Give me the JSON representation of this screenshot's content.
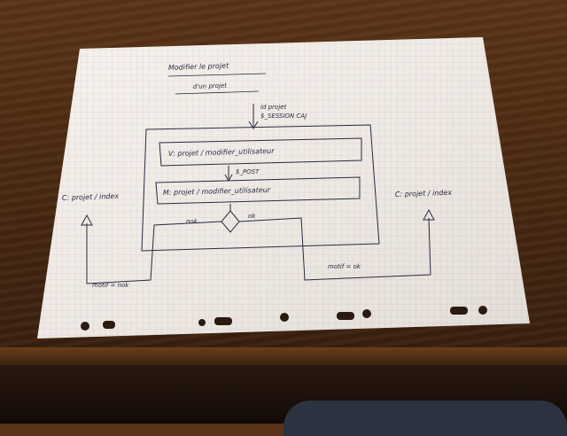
{
  "title_line1": "Modifier le projet",
  "title_line2": "d'un projet",
  "input_note_line1": "id projet",
  "input_note_line2": "$_SESSION CAJ",
  "view_box_label": "V: projet / modifier_utilisateur",
  "post_label": "$_POST",
  "model_box_label": "M: projet / modifier_utilisateur",
  "left_controller": "C: projet / index",
  "right_controller": "C: projet / index",
  "decision_no": "nok",
  "decision_yes": "ok",
  "motif_nok": "motif = nok",
  "motif_ok": "motif = ok"
}
